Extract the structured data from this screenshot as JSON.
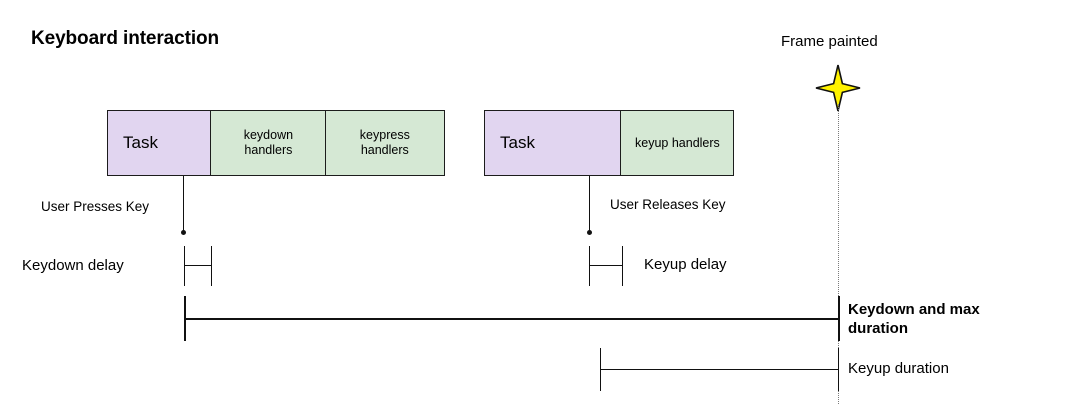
{
  "diagram": {
    "title": "Keyboard interaction",
    "colors": {
      "task_fill": "#E1D5F0",
      "handler_fill": "#D5E8D4",
      "stroke": "#111111",
      "star_fill": "#FFF200",
      "dotted_guide": "#7a7a7a",
      "background": "#FFFFFF"
    },
    "tracks": [
      {
        "name": "keydown-track",
        "boxes": [
          {
            "label": "Task",
            "kind": "task"
          },
          {
            "label": "keydown\nhandlers",
            "line1": "keydown",
            "line2": "handlers",
            "kind": "handler"
          },
          {
            "label": "keypress\nhandlers",
            "line1": "keypress",
            "line2": "handlers",
            "kind": "handler"
          }
        ]
      },
      {
        "name": "keyup-track",
        "boxes": [
          {
            "label": "Task",
            "kind": "task"
          },
          {
            "label": "keyup handlers",
            "line1": "keyup handlers",
            "line2": "",
            "kind": "handler"
          }
        ]
      }
    ],
    "events": [
      {
        "name": "user-presses-key",
        "label": "User Presses Key"
      },
      {
        "name": "user-releases-key",
        "label": "User Releases Key"
      }
    ],
    "frame_marker": {
      "label": "Frame painted",
      "icon": "four-point-star-icon"
    },
    "measures": [
      {
        "name": "keydown-delay",
        "label": "Keydown delay",
        "bold": false
      },
      {
        "name": "keyup-delay",
        "label": "Keyup delay",
        "bold": false
      },
      {
        "name": "keydown-and-max-duration",
        "label": "Keydown and max duration",
        "line1": "Keydown and max",
        "line2": "duration",
        "bold": true
      },
      {
        "name": "keyup-duration",
        "label": "Keyup duration",
        "bold": false
      }
    ]
  }
}
